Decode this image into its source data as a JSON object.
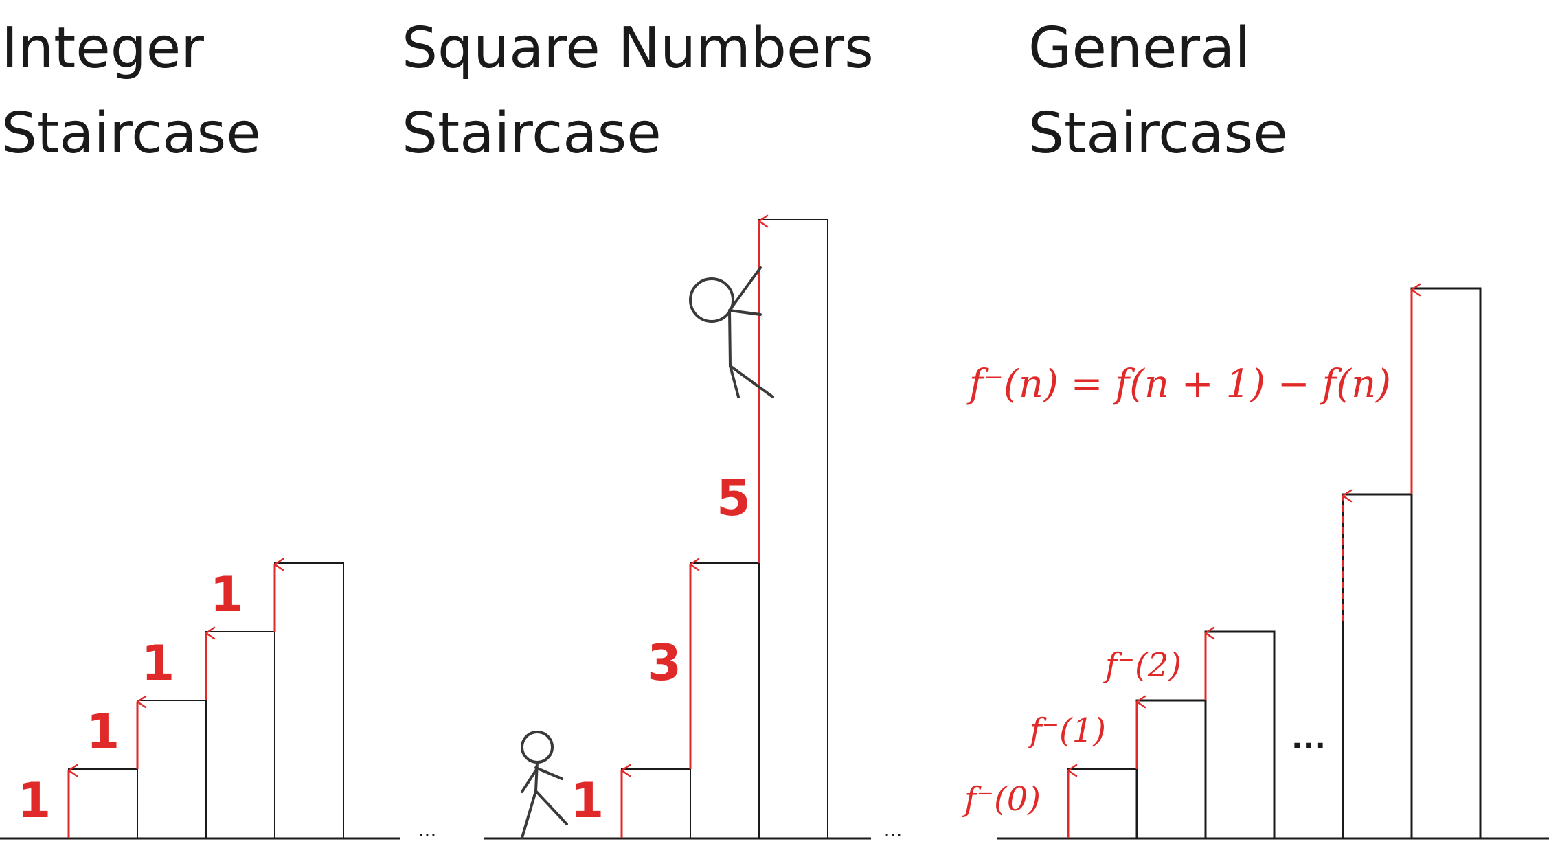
{
  "titles": {
    "integer": [
      "Integer",
      "Staircase"
    ],
    "square": [
      "Square Numbers",
      "Staircase"
    ],
    "general": [
      "General",
      "Staircase"
    ]
  },
  "integer_staircase": {
    "step_labels": [
      "1",
      "1",
      "1",
      "1"
    ],
    "ellipsis": "..."
  },
  "square_staircase": {
    "step_labels": [
      "1",
      "3",
      "5"
    ],
    "ellipsis": "..."
  },
  "general_staircase": {
    "formula": "f⁻(n) = f(n + 1) − f(n)",
    "step_labels": [
      "f⁻(0)",
      "f⁻(1)",
      "f⁻(2)"
    ],
    "ellipsis": "..."
  },
  "colors": {
    "accent": "#e02a2a",
    "ink": "#1a1a1a",
    "figure": "#3a3a3a"
  }
}
